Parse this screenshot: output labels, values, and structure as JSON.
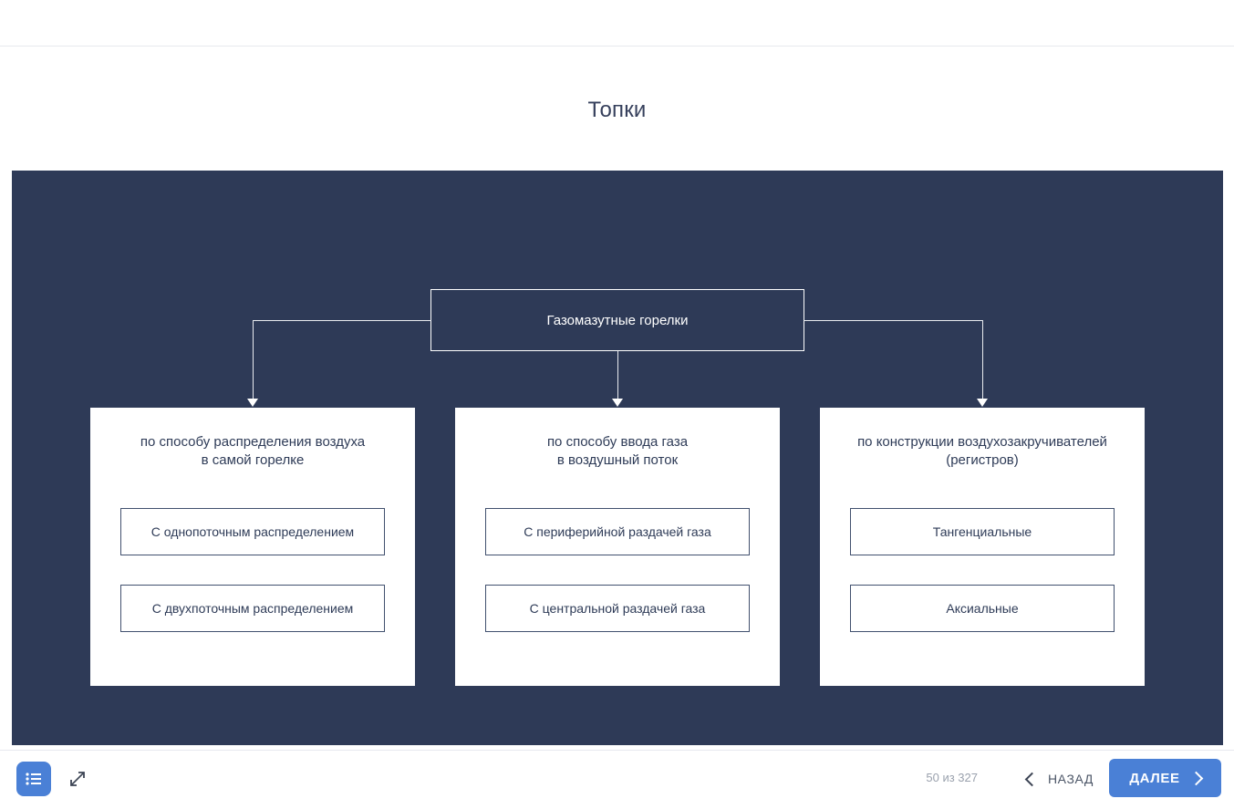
{
  "slide": {
    "title": "Топки",
    "root": {
      "label": "Газомазутные горелки"
    },
    "columns": [
      {
        "title": "по способу распределения воздуха\nв самой горелке",
        "title_line1": "по способу распределения воздуха",
        "title_line2": "в самой горелке",
        "items": [
          "С однопоточным распределением",
          "С двухпоточным распределением"
        ]
      },
      {
        "title": "по способу ввода газа\nв воздушный поток",
        "title_line1": "по способу ввода газа",
        "title_line2": "в воздушный поток",
        "items": [
          "С периферийной раздачей газа",
          "С центральной раздачей газа"
        ]
      },
      {
        "title": "по конструкции воздухозакручивателей\n(регистров)",
        "title_line1": "по конструкции воздухозакручивателей",
        "title_line2": "(регистров)",
        "items": [
          "Тангенциальные",
          "Аксиальные"
        ]
      }
    ]
  },
  "footer": {
    "list_icon": "list-icon",
    "expand_icon": "fullscreen-expand-icon",
    "page_counter": "50 из 327",
    "back_label": "НАЗАД",
    "next_label": "ДАЛЕЕ",
    "back_icon": "chevron-left-icon",
    "next_icon": "chevron-right-icon"
  },
  "colors": {
    "panel_bg": "#2e3a57",
    "accent_blue": "#4a80d6",
    "text_navy": "#2e3b57",
    "muted_grey": "#9aa1ad",
    "card_border": "#41506e",
    "connector": "#e9ebef"
  }
}
